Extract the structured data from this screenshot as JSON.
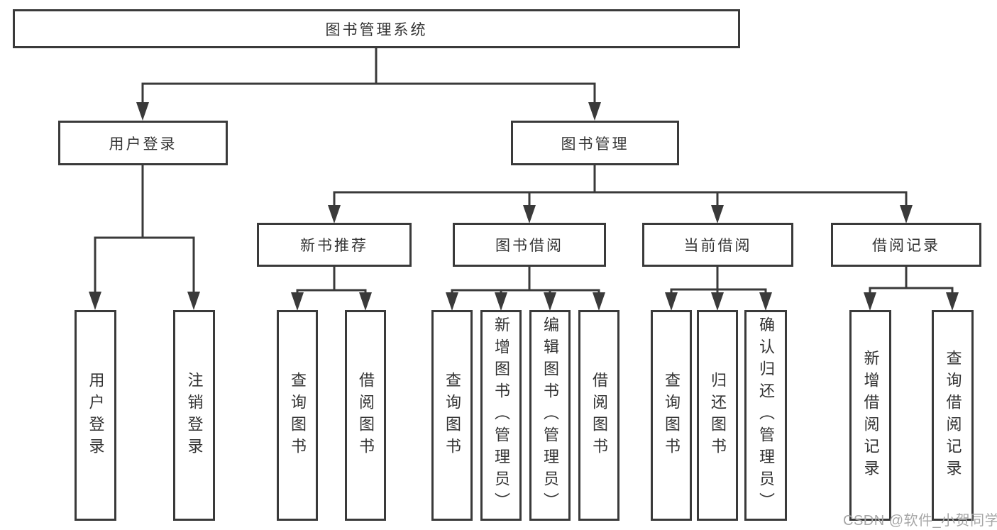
{
  "diagram_type": "hierarchy-tree",
  "watermark": "CSDN @软件_小贺同学",
  "colors": {
    "line": "#3a3a3a",
    "box_border": "#3a3a3a",
    "box_background": "#ffffff",
    "text": "#333333",
    "watermark": "#a6a6a6",
    "background": "#ffffff"
  },
  "nodes": {
    "root": {
      "label": "图书管理系统"
    },
    "user_login": {
      "label": "用户登录"
    },
    "book_mgmt": {
      "label": "图书管理"
    },
    "new_book_rec": {
      "label": "新书推荐"
    },
    "book_borrow": {
      "label": "图书借阅"
    },
    "current_borrow": {
      "label": "当前借阅"
    },
    "borrow_records": {
      "label": "借阅记录"
    },
    "leaf_user_login": {
      "label": "用户登录"
    },
    "leaf_logout": {
      "label": "注销登录"
    },
    "leaf_query_book_rec": {
      "label": "查询图书"
    },
    "leaf_borrow_book_rec": {
      "label": "借阅图书"
    },
    "leaf_query_book_borrow": {
      "label": "查询图书"
    },
    "leaf_add_book": {
      "label": "新增图书（管理员）"
    },
    "leaf_edit_book": {
      "label": "编辑图书（管理员）"
    },
    "leaf_borrow_book": {
      "label": "借阅图书"
    },
    "leaf_query_book_current": {
      "label": "查询图书"
    },
    "leaf_return_book": {
      "label": "归还图书"
    },
    "leaf_confirm_return": {
      "label": "确认归还（管理员）"
    },
    "leaf_add_borrow_record": {
      "label": "新增借阅记录"
    },
    "leaf_query_borrow_record": {
      "label": "查询借阅记录"
    }
  },
  "edges": [
    [
      "root",
      "user_login"
    ],
    [
      "root",
      "book_mgmt"
    ],
    [
      "user_login",
      "leaf_user_login"
    ],
    [
      "user_login",
      "leaf_logout"
    ],
    [
      "book_mgmt",
      "new_book_rec"
    ],
    [
      "book_mgmt",
      "book_borrow"
    ],
    [
      "book_mgmt",
      "current_borrow"
    ],
    [
      "book_mgmt",
      "borrow_records"
    ],
    [
      "new_book_rec",
      "leaf_query_book_rec"
    ],
    [
      "new_book_rec",
      "leaf_borrow_book_rec"
    ],
    [
      "book_borrow",
      "leaf_query_book_borrow"
    ],
    [
      "book_borrow",
      "leaf_add_book"
    ],
    [
      "book_borrow",
      "leaf_edit_book"
    ],
    [
      "book_borrow",
      "leaf_borrow_book"
    ],
    [
      "current_borrow",
      "leaf_query_book_current"
    ],
    [
      "current_borrow",
      "leaf_return_book"
    ],
    [
      "current_borrow",
      "leaf_confirm_return"
    ],
    [
      "borrow_records",
      "leaf_add_borrow_record"
    ],
    [
      "borrow_records",
      "leaf_query_borrow_record"
    ]
  ]
}
